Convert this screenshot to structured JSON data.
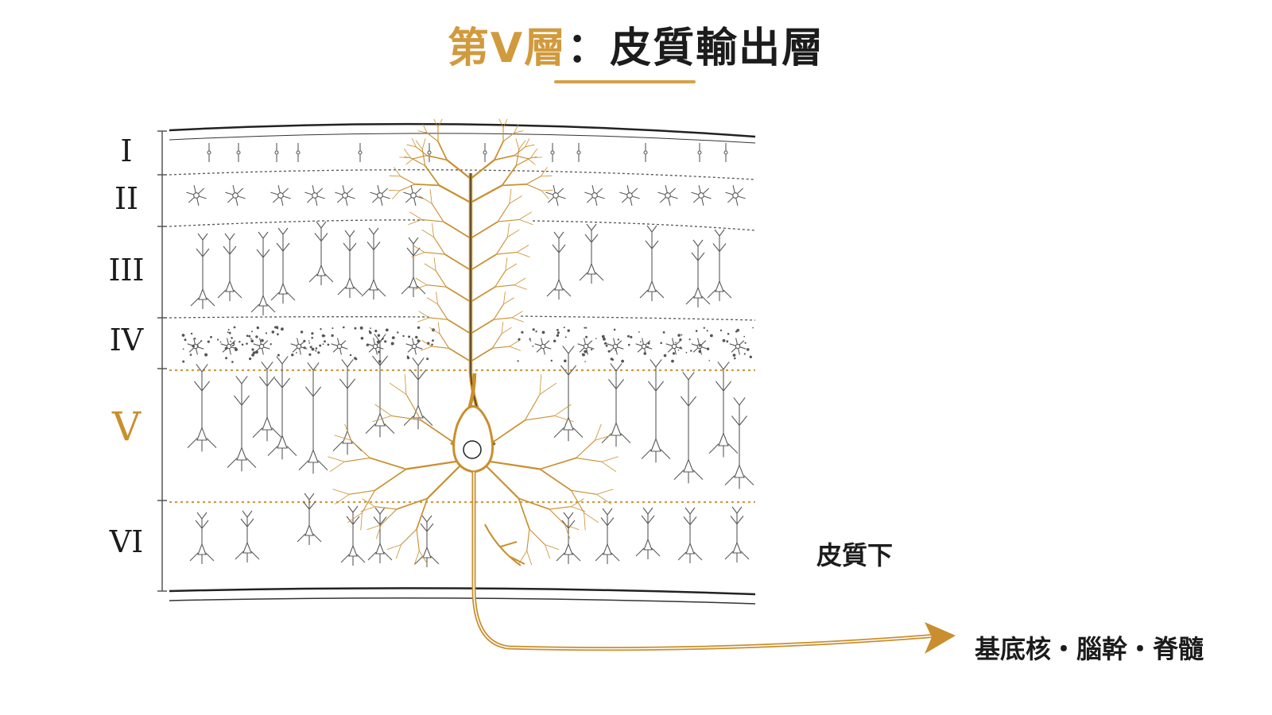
{
  "title": {
    "accent": "第V層",
    "main": "：皮質輸出層"
  },
  "layers": {
    "l1": "I",
    "l2": "II",
    "l3": "III",
    "l4": "IV",
    "l5": "V",
    "l6": "VI"
  },
  "labels": {
    "subcortex": "皮質下",
    "targets": "基底核・腦幹・脊髓"
  },
  "colors": {
    "accent": "#c98f2e",
    "ink": "#1c1c1c",
    "neuron": "#5a5a5a"
  }
}
